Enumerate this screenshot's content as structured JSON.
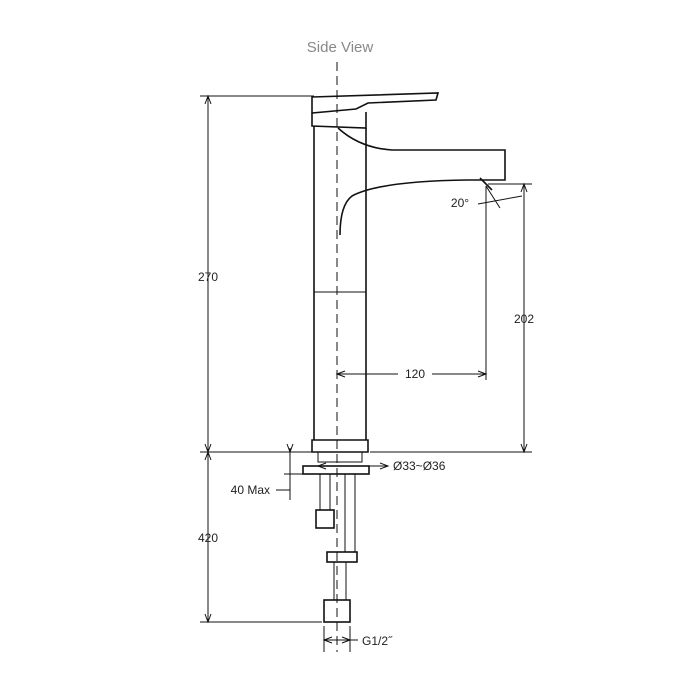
{
  "title": "Side View",
  "dimensions": {
    "total_height": "270",
    "spout_height": "202",
    "spout_reach": "120",
    "spout_angle": "20°",
    "hole_diameter": "Ø33~Ø36",
    "max_thickness": "40 Max",
    "hose_length": "420",
    "thread": "G1/2˝"
  }
}
